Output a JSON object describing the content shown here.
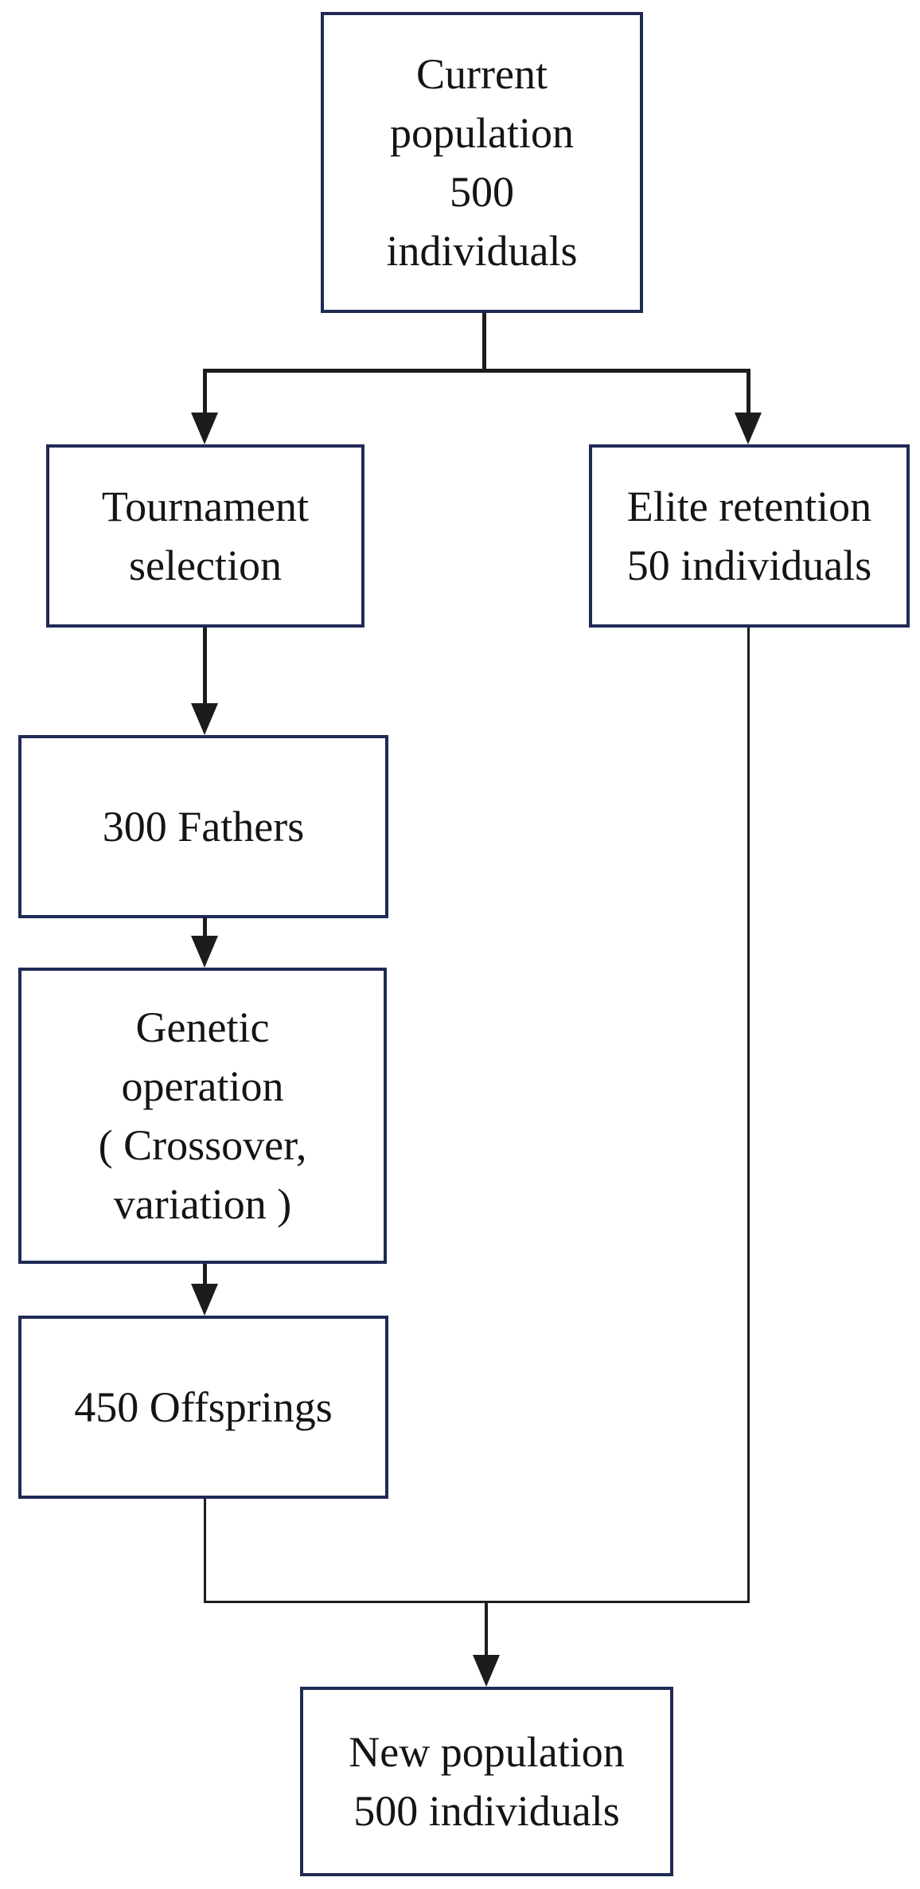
{
  "colors": {
    "box_border": "#1f2a55",
    "connector": "#1c1c1c",
    "text": "#141414",
    "background": "#ffffff"
  },
  "nodes": {
    "current_population": {
      "lines": [
        "Current",
        "population",
        "500",
        "individuals"
      ]
    },
    "tournament_selection": {
      "lines": [
        "Tournament",
        "selection"
      ]
    },
    "elite_retention": {
      "lines": [
        "Elite retention",
        "50 individuals"
      ]
    },
    "fathers_300": {
      "lines": [
        "300 Fathers"
      ]
    },
    "genetic_operation": {
      "lines": [
        "Genetic",
        "operation",
        "( Crossover,",
        "variation )"
      ]
    },
    "offsprings_450": {
      "lines": [
        "450 Offsprings"
      ]
    },
    "new_population": {
      "lines": [
        "New population",
        "500 individuals"
      ]
    }
  },
  "edges": [
    {
      "from": "current_population",
      "to": "tournament_selection"
    },
    {
      "from": "current_population",
      "to": "elite_retention"
    },
    {
      "from": "tournament_selection",
      "to": "fathers_300"
    },
    {
      "from": "fathers_300",
      "to": "genetic_operation"
    },
    {
      "from": "genetic_operation",
      "to": "offsprings_450"
    },
    {
      "from": "offsprings_450",
      "to": "new_population"
    },
    {
      "from": "elite_retention",
      "to": "new_population"
    }
  ]
}
